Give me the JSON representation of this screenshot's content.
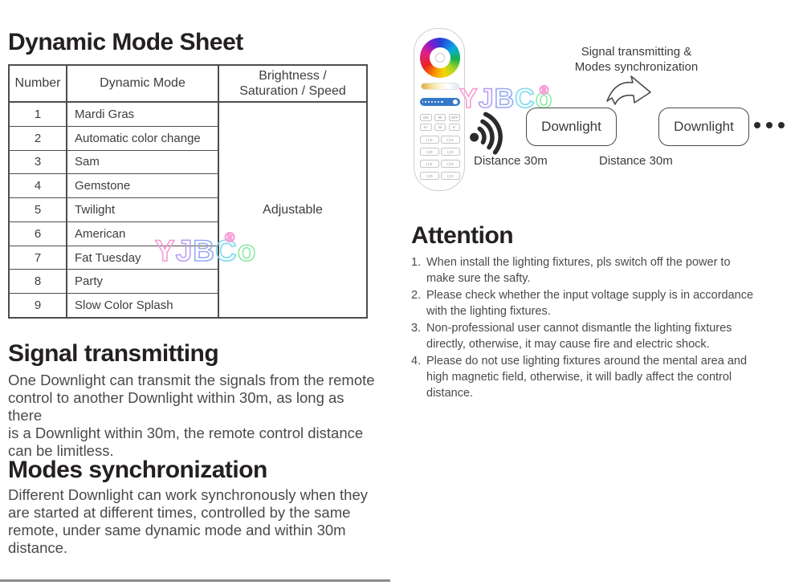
{
  "dynamic_mode_sheet": {
    "title": "Dynamic Mode Sheet",
    "table": {
      "col_number": "Number",
      "col_mode": "Dynamic Mode",
      "col_adjust_line1": "Brightness /",
      "col_adjust_line2": "Saturation / Speed",
      "adjustable": "Adjustable",
      "rows": [
        {
          "number": "1",
          "mode": "Mardi Gras"
        },
        {
          "number": "2",
          "mode": "Automatic color change"
        },
        {
          "number": "3",
          "mode": "Sam"
        },
        {
          "number": "4",
          "mode": "Gemstone"
        },
        {
          "number": "5",
          "mode": "Twilight"
        },
        {
          "number": "6",
          "mode": "American"
        },
        {
          "number": "7",
          "mode": "Fat Tuesday"
        },
        {
          "number": "8",
          "mode": "Party"
        },
        {
          "number": "9",
          "mode": "Slow Color Splash"
        }
      ]
    }
  },
  "signal_transmitting": {
    "title": "Signal transmitting",
    "body": "One Downlight can transmit the signals from the remote\ncontrol to another Downlight within 30m, as long as there\nis a Downlight within 30m, the remote control distance\ncan be limitless."
  },
  "modes_synchronization": {
    "title": "Modes synchronization",
    "body": "Different Downlight can work synchronously when they\nare started at different times, controlled by the same\nremote, under same dynamic mode and within 30m\ndistance."
  },
  "attention": {
    "title": "Attention",
    "items": [
      {
        "num": "1.",
        "text": "When install the lighting fixtures, pls switch off the power to\nmake sure the safty."
      },
      {
        "num": "2.",
        "text": "Please check whether the input voltage supply is in accordance\nwith the lighting fixtures."
      },
      {
        "num": "3.",
        "text": "Non-professional user cannot dismantle the lighting fixtures\ndirectly, otherwise, it may cause fire and electric shock."
      },
      {
        "num": "4.",
        "text": "Please do not use lighting fixtures around the mental area and\nhigh magnetic field, otherwise, it will badly affect the control\ndistance."
      }
    ]
  },
  "diagram": {
    "caption": "Signal transmitting &\nModes synchronization",
    "downlight_left": "Downlight",
    "downlight_right": "Downlight",
    "distance_left": "Distance 30m",
    "distance_right": "Distance 30m"
  },
  "remote": {
    "buttons_row1": [
      "ON",
      "W",
      "OFF"
    ],
    "buttons_row2": [
      "S+",
      "M",
      "S-"
    ],
    "zone_buttons": [
      "I|O",
      "I|O",
      "I|O",
      "I|O",
      "I|O",
      "I|O",
      "I|O",
      "I|O"
    ]
  },
  "watermark": {
    "letters": [
      "Y",
      "J",
      "B",
      "C",
      "o"
    ],
    "reg": "®",
    "colors": [
      "#f79ad6",
      "#b79df4",
      "#97a9f2",
      "#7cdaf0",
      "#8fe9aa"
    ]
  },
  "colors": {
    "slider_blue": "#3578c8",
    "border_dark": "#4d4d4d"
  }
}
